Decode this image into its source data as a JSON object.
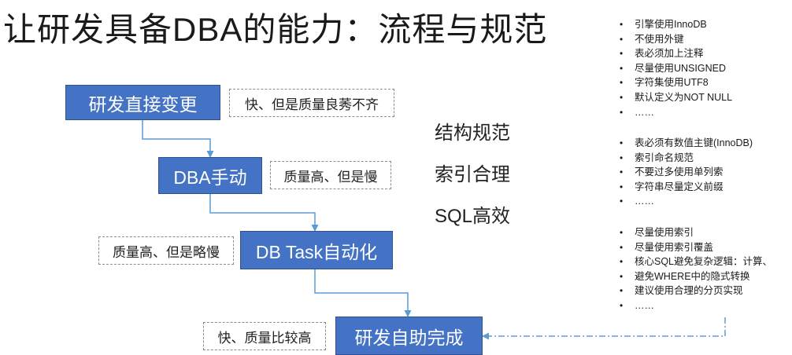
{
  "title": "让研发具备DBA的能力：流程与规范",
  "flow": {
    "steps": [
      "研发直接变更",
      "DBA手动",
      "DB Task自动化",
      "研发自助完成"
    ],
    "notes": [
      "快、但是质量良莠不齐",
      "质量高、但是慢",
      "质量高、但是略慢",
      "快、质量比较高"
    ]
  },
  "norms": [
    "结构规范",
    "索引合理",
    "SQL高效"
  ],
  "lists": {
    "structure": [
      "引擎使用InnoDB",
      "不使用外键",
      "表必须加上注释",
      "尽量使用UNSIGNED",
      "字符集使用UTF8",
      "默认定义为NOT NULL",
      "……"
    ],
    "index": [
      "表必须有数值主键(InnoDB)",
      "索引命名规范",
      "不要过多使用单列索",
      "字符串尽量定义前缀",
      "……"
    ],
    "sql": [
      "尽量使用索引",
      "尽量使用索引覆盖",
      "核心SQL避免复杂逻辑：计算、",
      "避免WHERE中的隐式转换",
      "建议使用合理的分页实现",
      "……"
    ]
  },
  "colors": {
    "box_fill": "#4472c4",
    "arrow": "#5b9bd5"
  }
}
